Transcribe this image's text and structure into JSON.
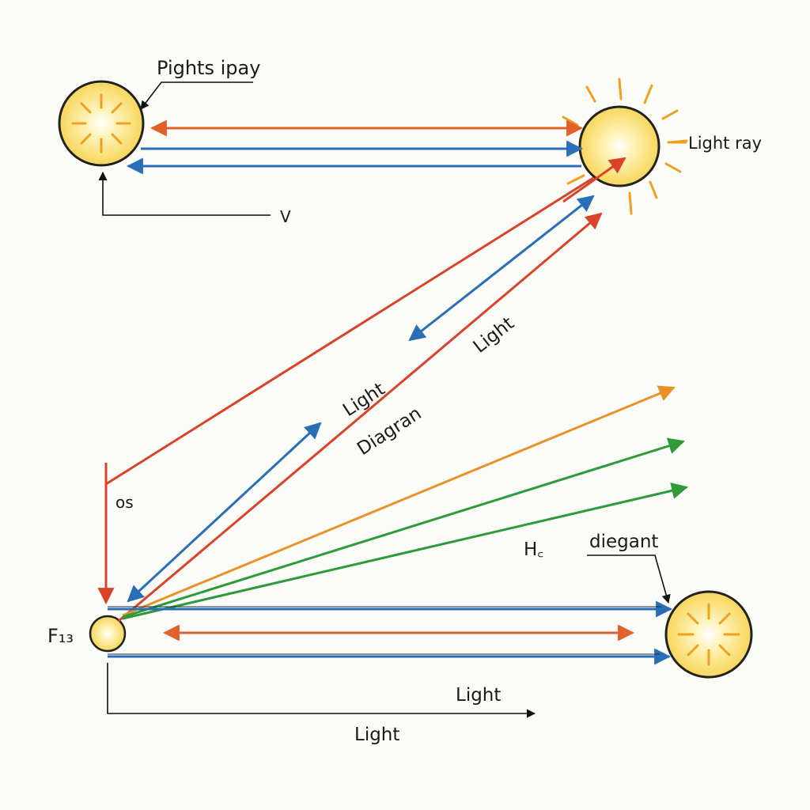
{
  "colors": {
    "orange": "#e0622a",
    "blue": "#2a6fb5",
    "red": "#d9432a",
    "amber": "#e8922a",
    "green": "#2e9a3a",
    "black": "#111111",
    "sun_fill": "#fbe27a",
    "sun_rim": "#222222"
  },
  "labels": {
    "top_left_callout": "Pights ipay",
    "top_right": "Light ray",
    "v": "V",
    "os": "os",
    "light_mid": "Light",
    "diagran": "Diagran",
    "light_right": "Light",
    "hc": "H꜀",
    "diegant": "diegant",
    "f13": "F₁₃",
    "light_bottom_arrow": "Light",
    "light_bottom": "Light"
  },
  "icons": {
    "sun_top_left": "sun-icon",
    "sun_top_right": "sun-icon",
    "sun_bottom_right": "sun-icon",
    "small_sun": "sun-icon"
  }
}
